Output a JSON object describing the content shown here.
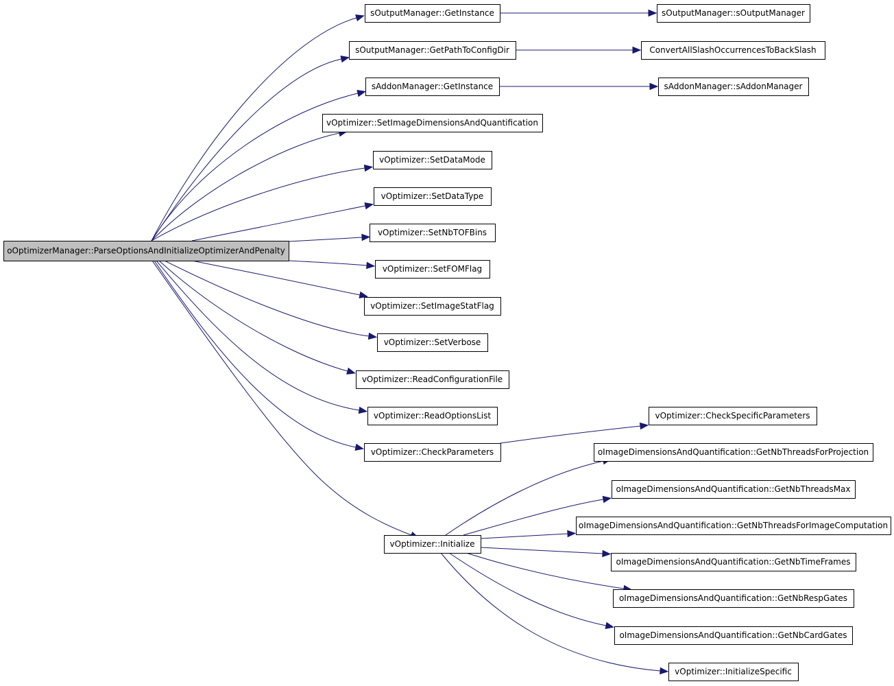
{
  "graph": {
    "root": "n0",
    "nodes": [
      {
        "id": "n0",
        "label": "oOptimizerManager::ParseOptionsAndInitializeOptimizerAndPenalty",
        "root": true
      },
      {
        "id": "n1",
        "label": "sOutputManager::GetInstance"
      },
      {
        "id": "n2",
        "label": "sOutputManager::sOutputManager"
      },
      {
        "id": "n3",
        "label": "sOutputManager::GetPathToConfigDir"
      },
      {
        "id": "n4",
        "label": "ConvertAllSlashOccurrencesToBackSlash"
      },
      {
        "id": "n5",
        "label": "sAddonManager::GetInstance"
      },
      {
        "id": "n6",
        "label": "sAddonManager::sAddonManager"
      },
      {
        "id": "n7",
        "label": "vOptimizer::SetImageDimensionsAndQuantification"
      },
      {
        "id": "n8",
        "label": "vOptimizer::SetDataMode"
      },
      {
        "id": "n9",
        "label": "vOptimizer::SetDataType"
      },
      {
        "id": "n10",
        "label": "vOptimizer::SetNbTOFBins"
      },
      {
        "id": "n11",
        "label": "vOptimizer::SetFOMFlag"
      },
      {
        "id": "n12",
        "label": "vOptimizer::SetImageStatFlag"
      },
      {
        "id": "n13",
        "label": "vOptimizer::SetVerbose"
      },
      {
        "id": "n14",
        "label": "vOptimizer::ReadConfigurationFile"
      },
      {
        "id": "n15",
        "label": "vOptimizer::ReadOptionsList"
      },
      {
        "id": "n16",
        "label": "vOptimizer::CheckParameters"
      },
      {
        "id": "n17",
        "label": "vOptimizer::CheckSpecificParameters"
      },
      {
        "id": "n18",
        "label": "vOptimizer::Initialize"
      },
      {
        "id": "n19",
        "label": "oImageDimensionsAndQuantification::GetNbThreadsForProjection"
      },
      {
        "id": "n20",
        "label": "oImageDimensionsAndQuantification::GetNbThreadsMax"
      },
      {
        "id": "n21",
        "label": "oImageDimensionsAndQuantification::GetNbThreadsForImageComputation"
      },
      {
        "id": "n22",
        "label": "oImageDimensionsAndQuantification::GetNbTimeFrames"
      },
      {
        "id": "n23",
        "label": "oImageDimensionsAndQuantification::GetNbRespGates"
      },
      {
        "id": "n24",
        "label": "oImageDimensionsAndQuantification::GetNbCardGates"
      },
      {
        "id": "n25",
        "label": "vOptimizer::InitializeSpecific"
      }
    ],
    "edges": [
      [
        "n0",
        "n1"
      ],
      [
        "n0",
        "n3"
      ],
      [
        "n0",
        "n5"
      ],
      [
        "n0",
        "n7"
      ],
      [
        "n0",
        "n8"
      ],
      [
        "n0",
        "n9"
      ],
      [
        "n0",
        "n10"
      ],
      [
        "n0",
        "n11"
      ],
      [
        "n0",
        "n12"
      ],
      [
        "n0",
        "n13"
      ],
      [
        "n0",
        "n14"
      ],
      [
        "n0",
        "n15"
      ],
      [
        "n0",
        "n16"
      ],
      [
        "n0",
        "n18"
      ],
      [
        "n1",
        "n2"
      ],
      [
        "n3",
        "n4"
      ],
      [
        "n5",
        "n6"
      ],
      [
        "n16",
        "n17"
      ],
      [
        "n18",
        "n19"
      ],
      [
        "n18",
        "n20"
      ],
      [
        "n18",
        "n21"
      ],
      [
        "n18",
        "n22"
      ],
      [
        "n18",
        "n23"
      ],
      [
        "n18",
        "n24"
      ],
      [
        "n18",
        "n25"
      ]
    ],
    "colors": {
      "edge": "#191970",
      "node_border": "#000000",
      "node_fill": "#ffffff",
      "root_fill": "#bfbfbf"
    }
  }
}
